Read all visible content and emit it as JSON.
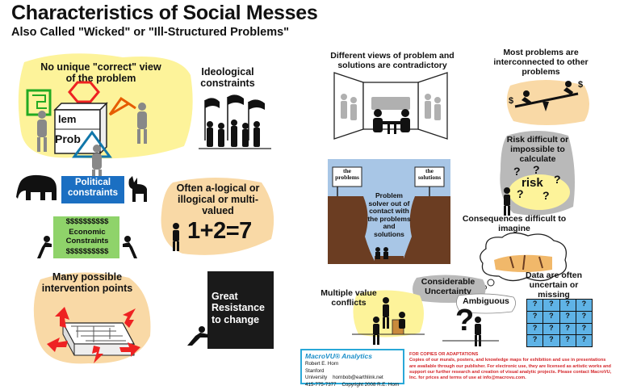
{
  "header": {
    "title": "Characteristics of Social Messes",
    "subtitle": "Also Called \"Wicked\" or \"Ill-Structured Problems\""
  },
  "panels": {
    "no_correct_view": {
      "label": "No unique \"correct\" view of the problem",
      "blocks": [
        "lem",
        "Prob"
      ]
    },
    "ideological": {
      "label": "Ideological constraints"
    },
    "political": {
      "label": "Political constraints"
    },
    "alogical": {
      "label": "Often a-logical or illogical or multi-valued",
      "equation": "1+2=7"
    },
    "economic": {
      "label": "Economic Constraints",
      "dollar_row": "$$$$$$$$$$"
    },
    "intervention": {
      "label": "Many possible intervention points"
    },
    "resistance": {
      "label": "Great Resistance to change"
    },
    "contradictory": {
      "label": "Different views of problem and solutions are contradictory"
    },
    "interconnected": {
      "label": "Most problems are interconnected to other problems"
    },
    "risk": {
      "label": "Risk difficult or impossible to calculate",
      "word": "risk",
      "mark": "?"
    },
    "chasm": {
      "sign_left": "the problems",
      "sign_right": "the solutions",
      "label": "Problem solver out of contact with the problems and solutions"
    },
    "consequences": {
      "label": "Consequences difficult to imagine"
    },
    "data": {
      "label": "Data are often uncertain or missing",
      "cells": [
        "?",
        "?",
        "?",
        "?",
        "?",
        "?",
        "?",
        "?",
        "?",
        "?",
        "?",
        "?",
        "?",
        "?",
        "?",
        "?"
      ]
    },
    "uncertainty": {
      "label": "Considerable Uncertainty"
    },
    "multiple_values": {
      "label": "Multiple value conflicts"
    },
    "ambiguous": {
      "label": "Ambiguous",
      "mark": "?"
    }
  },
  "credit": {
    "brand": "MacroVU® Analytics",
    "author": "Robert E. Horn",
    "org": "Stanford University",
    "email": "hornbob@earthlink.net",
    "phone": "415-775-7377",
    "copyright": "Copyright 2008 R.E. Horn"
  },
  "copy_notice": {
    "heading": "FOR COPIES OR ADAPTATIONS",
    "body": "Copies of our murals, posters, and knowledge maps for exhibition and use in presentations are available through our publisher. For electronic use, they are licensed as artistic works and support our further research and creation of visual analytic projects. Please contact MacroVU, Inc. for prices and terms of use at info@macrovu.com."
  },
  "colors": {
    "yellow_blob": "#fdf39a",
    "peach_blob": "#f9d9a6",
    "gray_blob": "#b9b9b9",
    "blue_box": "#1b6fc2",
    "green_box": "#8fd36a",
    "chasm_sky": "#a8c6e6",
    "chasm_earth": "#6b3d22",
    "data_grid": "#5fb3e6",
    "credit_border": "#2aa8d8",
    "notice_red": "#d4262a"
  }
}
